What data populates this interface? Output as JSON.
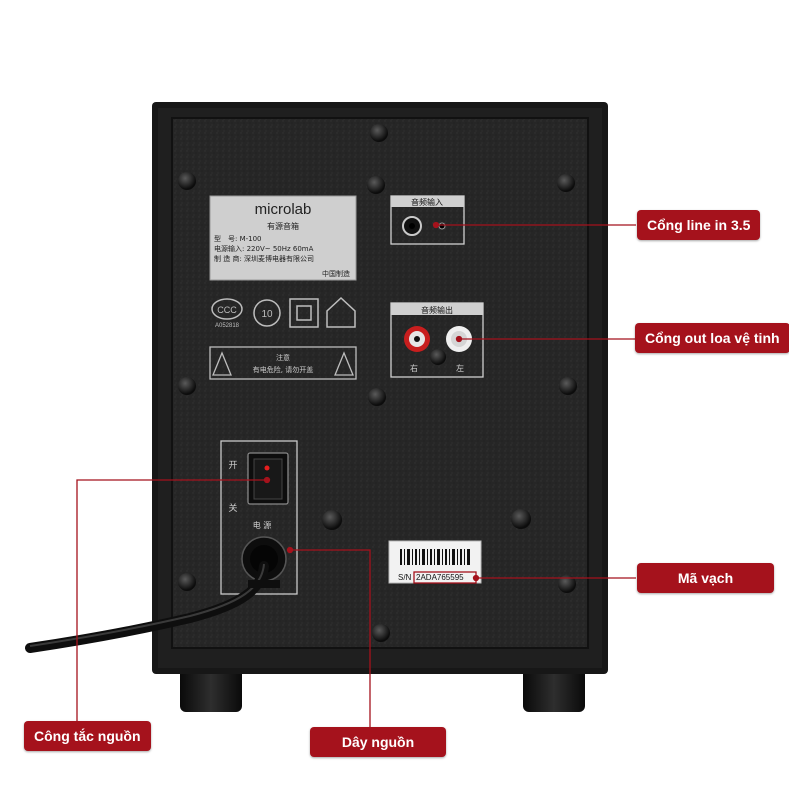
{
  "product": {
    "brand": "microlab",
    "plate_title": "有源音箱",
    "model_line": "型　号: M-100",
    "power_line": "电源输入: 220V~ 50Hz 60mA",
    "maker_line": "制 造 商: 深圳麦博电器有限公司",
    "origin_line": "中国制造",
    "cert_code": "A052818",
    "warning_title": "注意",
    "warning_text": "有电危险, 请勿开盖",
    "audio_in_label": "音频输入",
    "audio_out_label": "音频输出",
    "out_right": "右",
    "out_left": "左",
    "switch_on": "开",
    "switch_off": "关",
    "power_label": "电 源",
    "serial_prefix": "S/N",
    "serial_number": "2ADA765595"
  },
  "callouts": {
    "line_in": "Cổng line in 3.5",
    "out_satellite": "Cổng out loa vệ tinh",
    "barcode": "Mã vạch",
    "power_switch": "Công tắc nguồn",
    "power_cord": "Dây nguồn"
  },
  "colors": {
    "callout_bg": "#a5121c",
    "callout_line": "#a5121c",
    "cabinet": "#1c1c1c",
    "panel": "#2a2a2a"
  }
}
